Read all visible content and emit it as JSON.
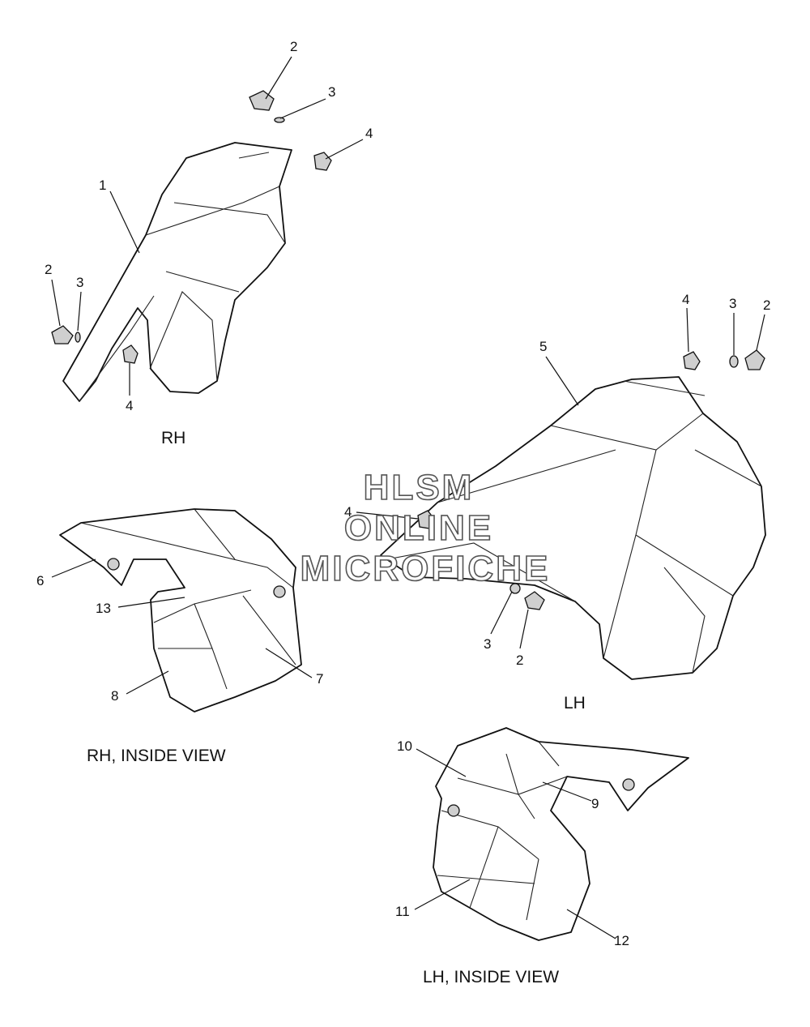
{
  "watermark": [
    "HLSM",
    "ONLINE",
    "MICROFICHE"
  ],
  "view_labels": {
    "rh": "RH",
    "lh": "LH",
    "rh_inside": "RH, INSIDE VIEW",
    "lh_inside": "LH, INSIDE VIEW"
  },
  "callouts": {
    "rh_1": "1",
    "rh_2a": "2",
    "rh_3a": "3",
    "rh_4a": "4",
    "rh_2b": "2",
    "rh_3b": "3",
    "rh_4b": "4",
    "lh_5": "5",
    "lh_4a": "4",
    "lh_3a": "3",
    "lh_2a": "2",
    "lh_4b": "4",
    "lh_3b": "3",
    "lh_2b": "2",
    "rhi_6": "6",
    "rhi_13": "13",
    "rhi_7": "7",
    "rhi_8": "8",
    "lhi_10": "10",
    "lhi_9": "9",
    "lhi_11": "11",
    "lhi_12": "12"
  }
}
